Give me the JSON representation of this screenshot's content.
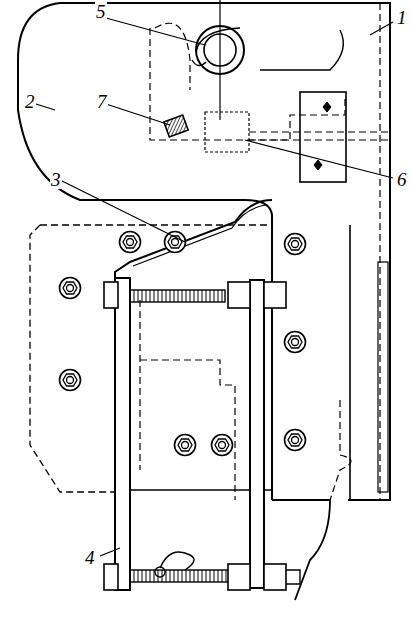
{
  "diagram": {
    "labels": [
      "5",
      "1",
      "7",
      "2",
      "6",
      "3",
      "4"
    ]
  }
}
